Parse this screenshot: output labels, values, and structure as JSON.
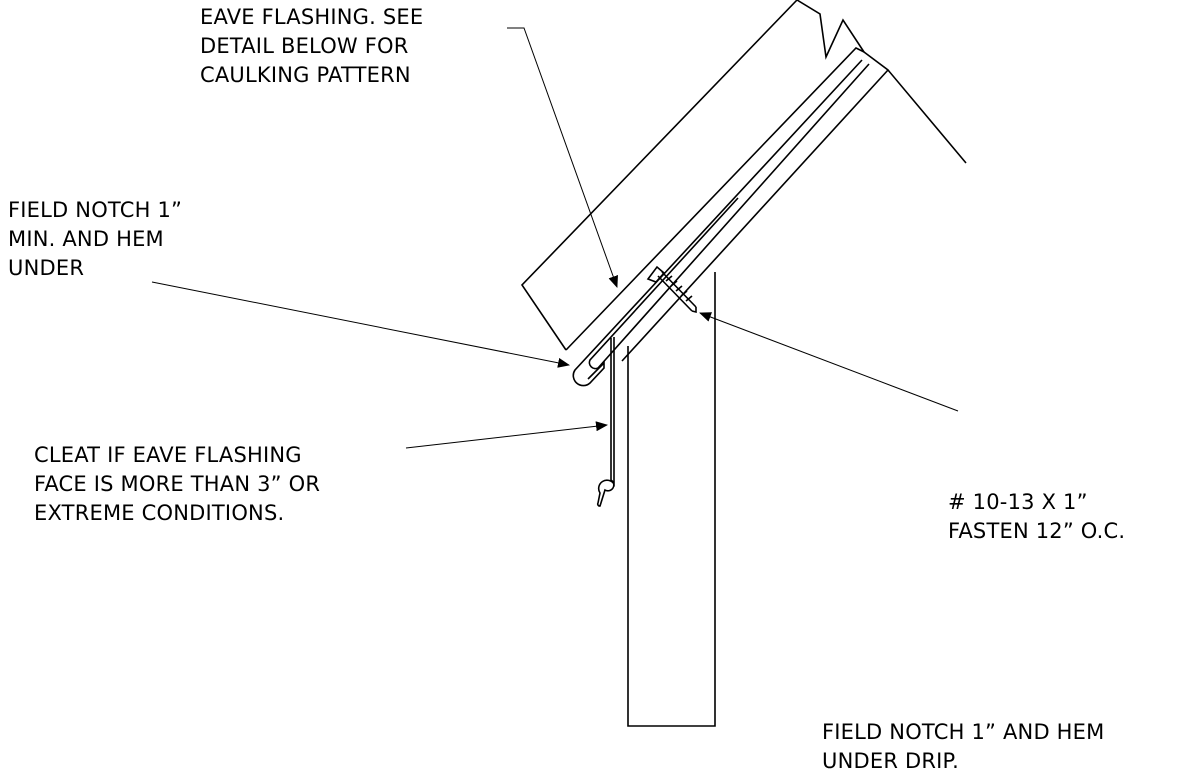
{
  "callouts": {
    "eave_flashing": {
      "lines": [
        "EAVE FLASHING.  SEE",
        "DETAIL BELOW FOR",
        "CAULKING PATTERN"
      ]
    },
    "field_notch": {
      "lines": [
        "FIELD NOTCH 1”",
        "MIN. AND HEM",
        "UNDER"
      ]
    },
    "cleat": {
      "lines": [
        "CLEAT IF EAVE  FLASHING",
        "FACE IS MORE THAN 3” OR",
        "EXTREME CONDITIONS."
      ]
    },
    "fastener": {
      "lines": [
        "# 10-13 X 1”",
        "FASTEN 12” O.C."
      ]
    },
    "drip": {
      "lines": [
        "FIELD NOTCH 1” AND HEM",
        "UNDER DRIP."
      ]
    }
  },
  "colors": {
    "ink": "#000000",
    "background": "#ffffff"
  }
}
